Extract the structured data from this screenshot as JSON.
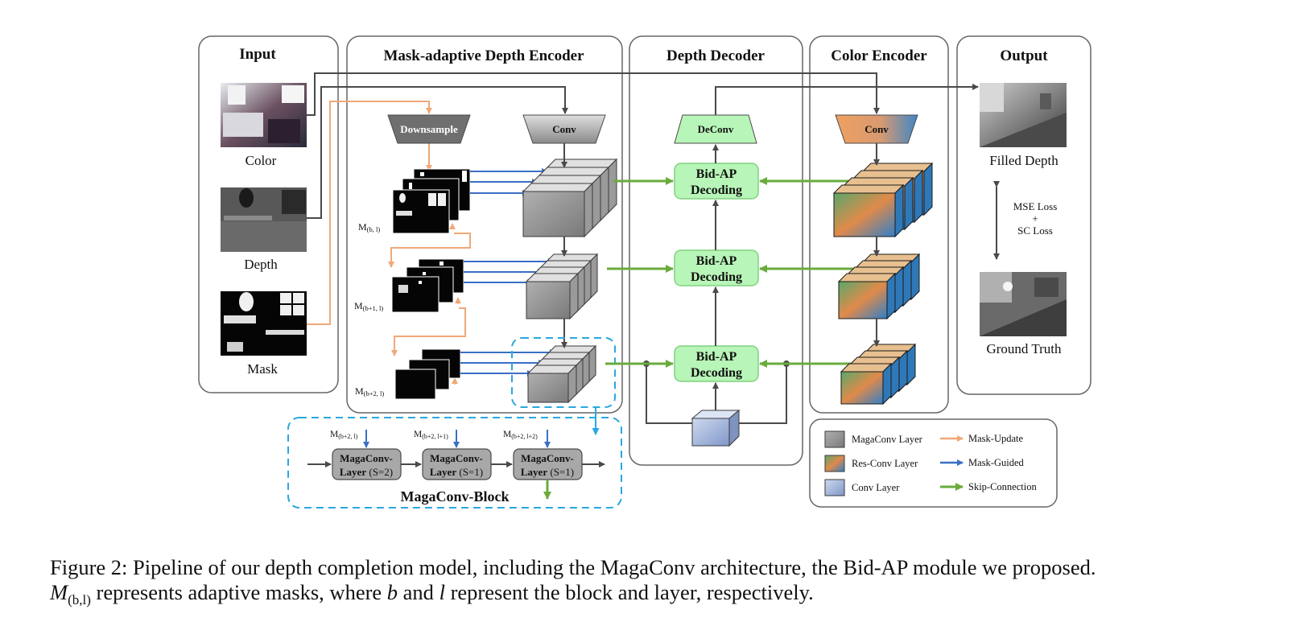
{
  "panels": {
    "input": "Input",
    "encoder": "Mask-adaptive Depth Encoder",
    "decoder": "Depth Decoder",
    "color_encoder": "Color Encoder",
    "output": "Output"
  },
  "input_labels": {
    "color": "Color",
    "depth": "Depth",
    "mask": "Mask"
  },
  "output_labels": {
    "filled": "Filled Depth",
    "gt": "Ground Truth",
    "loss1": "MSE Loss",
    "plus": "+",
    "loss2": "SC Loss"
  },
  "ops": {
    "downsample": "Downsample",
    "conv": "Conv",
    "deconv": "DeConv",
    "color_conv": "Conv"
  },
  "bidap": {
    "line1": "Bid-AP",
    "line2": "Decoding"
  },
  "mask_labels": {
    "m1": {
      "main": "M",
      "sub": "(b, l)"
    },
    "m2": {
      "main": "M",
      "sub": "(b+1, l)"
    },
    "m3": {
      "main": "M",
      "sub": "(b+2, l)"
    }
  },
  "block": {
    "title": "MagaConv-Block",
    "inputs": [
      {
        "main": "M",
        "sub": "(b+2, l)"
      },
      {
        "main": "M",
        "sub": "(b+2, l+1)"
      },
      {
        "main": "M",
        "sub": "(b+2, l+2)"
      }
    ],
    "layers": [
      {
        "line1": "MagaConv-",
        "line2": "Layer",
        "stride": "(S=2)"
      },
      {
        "line1": "MagaConv-",
        "line2": "Layer",
        "stride": "(S=1)"
      },
      {
        "line1": "MagaConv-",
        "line2": "Layer",
        "stride": "(S=1)"
      }
    ]
  },
  "legend": {
    "maga": "MagaConv Layer",
    "res": "Res-Conv Layer",
    "conv": "Conv Layer",
    "update": "Mask-Update",
    "guided": "Mask-Guided",
    "skip": "Skip-Connection"
  },
  "colors": {
    "mask_update": "#f0a878",
    "mask_guided": "#3a6fc4",
    "skip": "#6aab3c",
    "flow": "#4a4a4a",
    "bidap_fill": "#b8f5b8",
    "bidap_stroke": "#7fd27f",
    "block_dash": "#29a8e0"
  },
  "caption": {
    "line1": "Figure 2: Pipeline of our depth completion model, including the MagaConv architecture, the Bid-AP module we proposed.",
    "line2_a": " represents adaptive masks, where ",
    "line2_b": " and ",
    "line2_c": " represent the block and layer, respectively.",
    "m_symbol": "M",
    "m_sub": "(b,l)",
    "b_symbol": "b",
    "l_symbol": "l"
  }
}
